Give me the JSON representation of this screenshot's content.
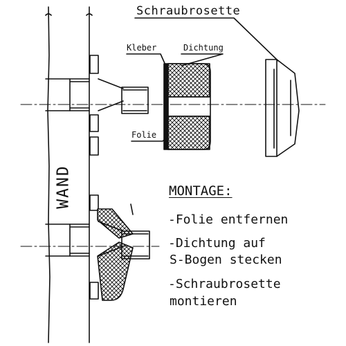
{
  "title": "Schraubrosette",
  "labels": {
    "kleber": "Kleber",
    "dichtung": "Dichtung",
    "folie": "Folie",
    "wall": "WAND"
  },
  "instructions": {
    "heading": "MONTAGE:",
    "steps": [
      {
        "line1": "-Folie entfernen"
      },
      {
        "line1": "-Dichtung auf",
        "line2": "S-Bogen stecken"
      },
      {
        "line1": "-Schraubrosette",
        "line2": "montieren"
      }
    ]
  },
  "colors": {
    "ink": "#111111",
    "background": "#ffffff"
  }
}
